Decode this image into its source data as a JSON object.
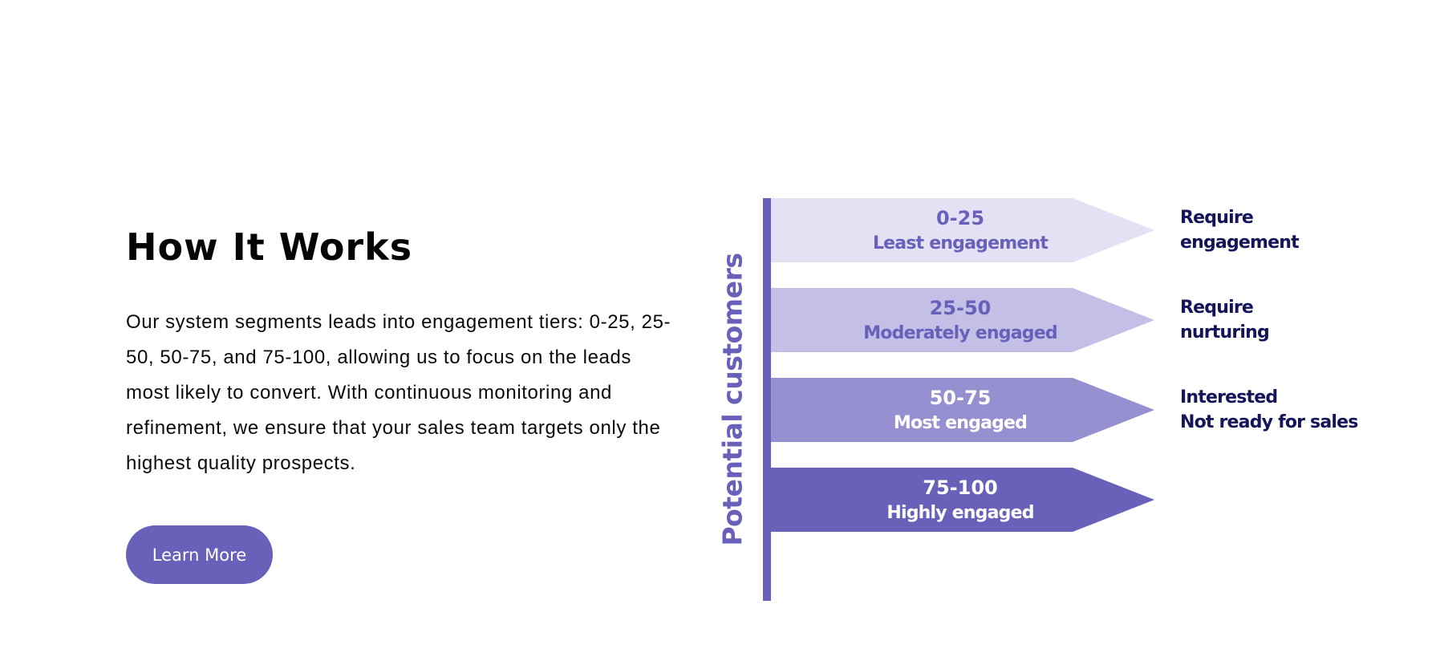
{
  "header": {
    "title": "How It Works"
  },
  "description": "Our system segments leads into engagement tiers: 0-25, 25-50, 50-75, and 75-100, allowing us to focus on the leads most likely to convert. With continuous monitoring and refinement, we ensure that your sales team targets only the highest quality prospects.",
  "cta": {
    "label": "Learn More"
  },
  "diagram": {
    "axis_label": "Potential customers",
    "tiers": [
      {
        "range": "0-25",
        "label": "Least engagement",
        "fill_color": "#e4e1f5",
        "text_color": "#6960b9",
        "note": [
          "Require",
          "engagement"
        ]
      },
      {
        "range": "25-50",
        "label": "Moderately engaged",
        "fill_color": "#c3bfe6",
        "text_color": "#6960b9",
        "note": [
          "Require",
          "nurturing"
        ]
      },
      {
        "range": "50-75",
        "label": "Most engaged",
        "fill_color": "#968fd0",
        "text_color": "#ffffff",
        "note": [
          "Interested",
          "Not ready for sales"
        ]
      },
      {
        "range": "75-100",
        "label": "Highly engaged",
        "fill_color": "#6960b9",
        "text_color": "#ffffff",
        "note": []
      }
    ]
  },
  "colors": {
    "accent": "#6960b9",
    "note_text": "#15135a"
  }
}
